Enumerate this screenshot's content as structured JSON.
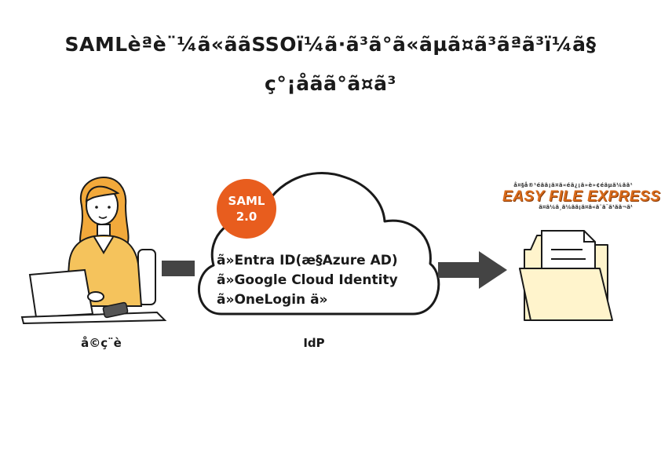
{
  "title": {
    "line1": "SAMLèªè¨¼ã«ããSSOï¼ã·ã³ã°ã«ãµã¤ã³ãªã³ï¼ã§",
    "line2": "ç°¡åã­ã°ã¤ã³"
  },
  "user": {
    "caption": "å©ç¨è"
  },
  "idp": {
    "badge_line1": "SAML",
    "badge_line2": "2.0",
    "providers": [
      "ã»Entra ID(æ§Azure AD)",
      "ã»Google Cloud Identity",
      "ã»OneLogin ä»"
    ],
    "caption": "IdP"
  },
  "service": {
    "logo_top": "å¤§å®¹éãã¡ã¤ã«éä¿¡ã»è»¢éãµã¼ãã¹",
    "logo_main": "EASY FILE EXPRESS",
    "logo_sub": "ã¤ã¼ã¸ã¼ãã¡ã¤ã«ã¨ã¯ã¹ãã¬ã¹"
  },
  "colors": {
    "accent": "#e85d1e",
    "arrow": "#444444",
    "hair": "#f2a93b",
    "folder": "#fff4cc"
  }
}
